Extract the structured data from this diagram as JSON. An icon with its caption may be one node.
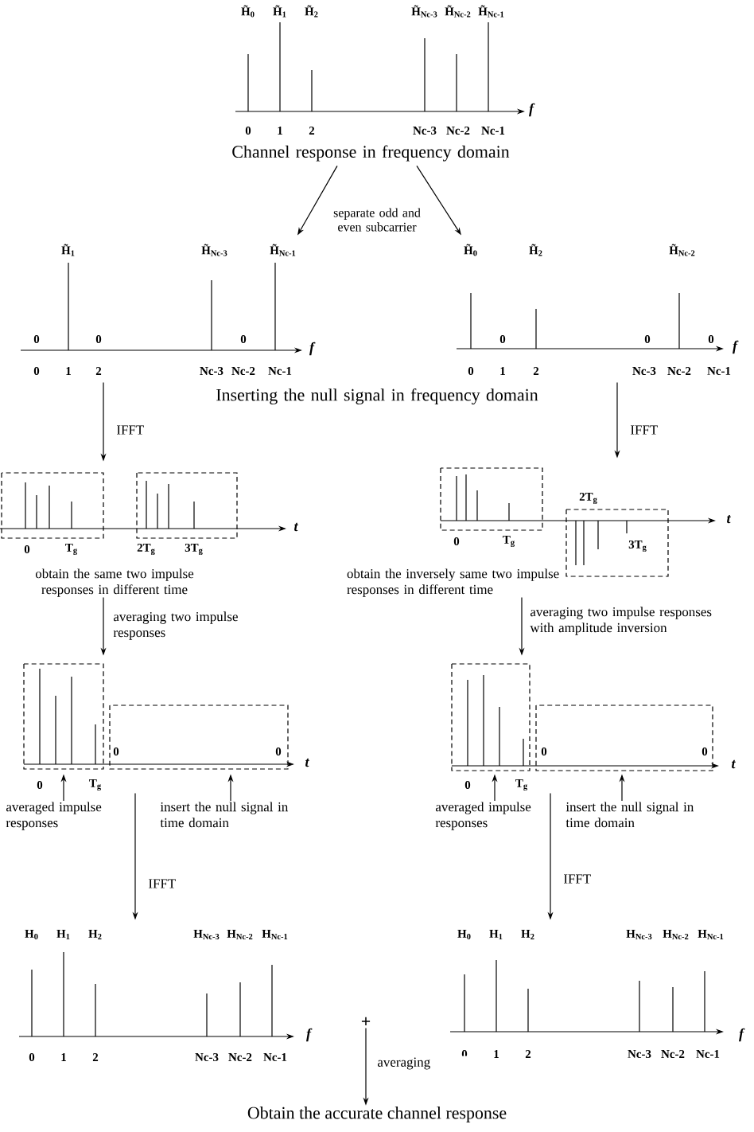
{
  "diagram": {
    "nodes": [
      {
        "text": [
          "H̃$_{0}$",
          "H̃$_{1}$",
          "H̃$_{2}$",
          "H̃$_{Nc-3}$",
          "H̃$_{Nc-2}$",
          "H̃$_{Nc-1}$",
          "f",
          "0",
          "1",
          "2",
          "Nc-3",
          "Nc-2",
          "Nc-1"
        ],
        "beside": [
          "Channel response in frequency domain"
        ]
      },
      {
        "text": [
          "H̃$_{1}$",
          "H̃$_{Nc-3}$",
          "H̃$_{Nc-1}$",
          "0",
          "0",
          "0",
          "f",
          "0",
          "1",
          "2",
          "Nc-3",
          "Nc-2",
          "Nc-1"
        ]
      },
      {
        "text": [
          "H̃$_{0}$",
          "H̃$_{2}$",
          "H̃$_{Nc-2}$",
          "0",
          "0",
          "0",
          "f",
          "0",
          "1",
          "2",
          "Nc-3",
          "Nc-2",
          "Nc-1"
        ]
      },
      {
        "text": [
          "t",
          "0",
          "T$_{g}$",
          "2T$_{g}$",
          "3T$_{g}$"
        ],
        "beside": [
          "obtain the same two impulse responses in different time"
        ]
      },
      {
        "text": [
          "2T$_{g}$",
          "t",
          "0",
          "T$_{g}$",
          "3T$_{g}$"
        ],
        "beside": [
          "obtain the inversely same two impulse responses in different time"
        ]
      },
      {
        "text": [
          "0",
          "0",
          "t",
          "0",
          "T$_{g}$"
        ]
      },
      {
        "text": [
          "averaged impulse responses"
        ]
      },
      {
        "text": [
          "insert the null signal in time domain"
        ]
      },
      {
        "text": [
          "0",
          "0",
          "t",
          "0",
          "T$_{g}$"
        ]
      },
      {
        "text": [
          "averaged impulse responses"
        ]
      },
      {
        "text": [
          "insert the null signal in time domain"
        ]
      },
      {
        "text": [
          "H$_{0}$",
          "H$_{1}$",
          "H$_{2}$",
          "H$_{Nc-3}$",
          "H$_{Nc-2}$",
          "H$_{Nc-1}$",
          "f",
          "0",
          "1",
          "2",
          "Nc-3",
          "Nc-2",
          "Nc-1"
        ]
      },
      {
        "text": [
          "H$_{0}$",
          "H$_{1}$",
          "H$_{2}$",
          "H$_{Nc-3}$",
          "H$_{Nc-2}$",
          "H$_{Nc-1}$",
          "f",
          "0",
          "1",
          "2",
          "Nc-3",
          "Nc-2",
          "Nc-1"
        ]
      },
      {
        "text": [
          "+"
        ]
      },
      {
        "text": [
          "Obtain the accurate channel response"
        ]
      }
    ],
    "edges": [
      {
        "from": 0,
        "to": 1,
        "arrow": "to"
      },
      {
        "from": 0,
        "to": 2,
        "arrow": "to"
      },
      {
        "from": 1,
        "to": 3,
        "arrow": "to",
        "label": "IFFT"
      },
      {
        "from": 2,
        "to": 4,
        "arrow": "to",
        "label": "IFFT"
      },
      {
        "from": 3,
        "to": 5,
        "arrow": "to",
        "label": "averaging two impulse responses"
      },
      {
        "from": 4,
        "to": 8,
        "arrow": "to",
        "label": "averaging two impulse responses with amplitude inversion"
      },
      {
        "from": 6,
        "to": 5,
        "arrow": "to"
      },
      {
        "from": 7,
        "to": 5,
        "arrow": "to"
      },
      {
        "from": 9,
        "to": 8,
        "arrow": "to"
      },
      {
        "from": 10,
        "to": 8,
        "arrow": "to"
      },
      {
        "from": 5,
        "to": 11,
        "arrow": "to",
        "label": "IFFT"
      },
      {
        "from": 8,
        "to": 12,
        "arrow": "to",
        "label": "IFFT"
      },
      {
        "from": 13,
        "to": 14,
        "arrow": "to",
        "label": "averaging"
      }
    ],
    "labels": [
      "separate odd and even subcarrier",
      "Inserting the null signal in frequency domain"
    ]
  }
}
